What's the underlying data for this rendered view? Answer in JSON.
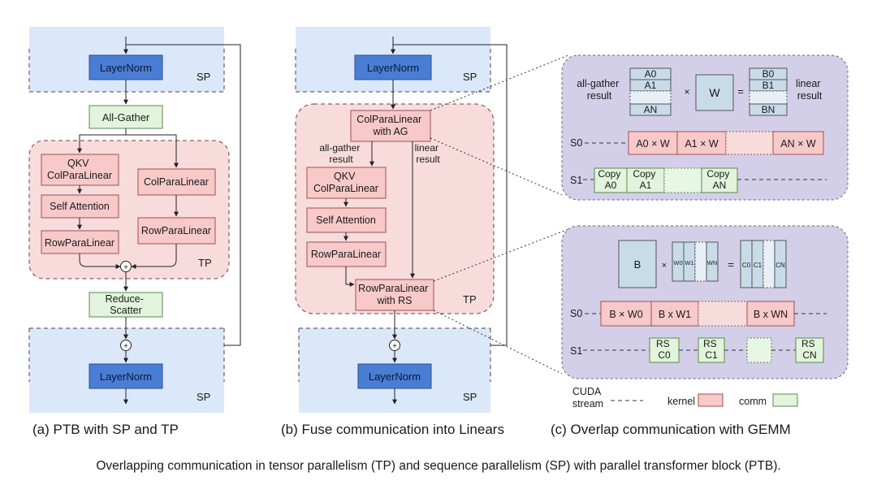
{
  "colors": {
    "sp_region": "#dbe8f9",
    "tp_region": "#f8dcdc",
    "layernorm": "#4a7dd4",
    "comm_green": "#e2f4dc",
    "kernel_pink": "#f7c9c9",
    "panel_purple": "#d4cfe8",
    "matrix_blue": "#c8dbe8"
  },
  "panel_a": {
    "layernorm_top": "LayerNorm",
    "sp_top": "SP",
    "all_gather": "All-Gather",
    "qkv": [
      "QKV",
      "ColParaLinear"
    ],
    "col_para_linear": "ColParaLinear",
    "self_attention": "Self Attention",
    "row_para_linear_left": "RowParaLinear",
    "row_para_linear_right": "RowParaLinear",
    "plus": "+",
    "tp": "TP",
    "reduce_scatter": [
      "Reduce-",
      "Scatter"
    ],
    "plus_bottom": "+",
    "layernorm_bottom": "LayerNorm",
    "sp_bottom": "SP",
    "caption": "(a) PTB with SP and TP"
  },
  "panel_b": {
    "layernorm_top": "LayerNorm",
    "sp_top": "SP",
    "col_ag": [
      "ColParaLinear",
      "with AG"
    ],
    "all_gather_result": [
      "all-gather",
      "result"
    ],
    "linear_result": [
      "linear",
      "result"
    ],
    "qkv": [
      "QKV",
      "ColParaLinear"
    ],
    "self_attention": "Self Attention",
    "row_para_linear": "RowParaLinear",
    "row_rs": [
      "RowParaLinear",
      "with RS"
    ],
    "tp": "TP",
    "plus": "+",
    "layernorm_bottom": "LayerNorm",
    "sp_bottom": "SP",
    "caption": "(b) Fuse communication into Linears"
  },
  "panel_c": {
    "top": {
      "all_gather_result": [
        "all-gather",
        "result"
      ],
      "a_blocks": [
        "A0",
        "A1",
        "",
        "AN"
      ],
      "times": "×",
      "w": "W",
      "equals": "=",
      "b_blocks": [
        "B0",
        "B1",
        "",
        "BN"
      ],
      "linear_result": [
        "linear",
        "result"
      ],
      "s0": "S0",
      "s0_kernels": [
        "A0 × W",
        "A1 × W",
        "",
        "AN × W"
      ],
      "s1": "S1",
      "s1_copies": [
        [
          "Copy",
          "A0"
        ],
        [
          "Copy",
          "A1"
        ],
        [
          "",
          ""
        ],
        [
          "Copy",
          "AN"
        ]
      ]
    },
    "bottom": {
      "b": "B",
      "times": "×",
      "w_blocks": [
        "W0",
        "W1",
        "",
        "WN"
      ],
      "equals": "=",
      "c_blocks": [
        "C0",
        "C1",
        "",
        "CN"
      ],
      "s0": "S0",
      "s0_kernels": [
        "B × W0",
        "B x W1",
        "",
        "B x WN"
      ],
      "s1": "S1",
      "s1_rs": [
        [
          "RS",
          "C0"
        ],
        [
          "RS",
          "C1"
        ],
        [
          "",
          ""
        ],
        [
          "RS",
          "CN"
        ]
      ]
    },
    "legend": {
      "cuda_stream": [
        "CUDA",
        "stream"
      ],
      "kernel": "kernel",
      "comm": "comm"
    },
    "caption": "(c) Overlap communication with GEMM"
  },
  "figure_caption": "Overlapping communication in tensor parallelism (TP) and sequence parallelism (SP) with parallel transformer block (PTB)."
}
